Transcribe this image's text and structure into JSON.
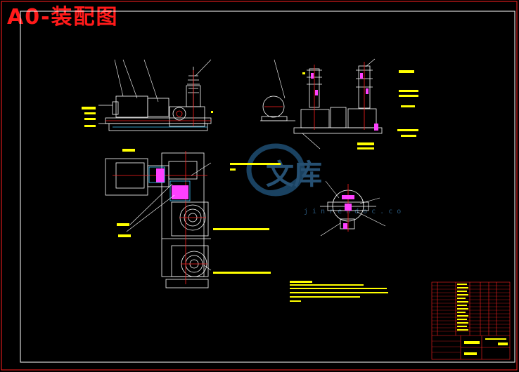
{
  "sheet": {
    "title": "A0-装配图",
    "watermark_text": "jinrendoc.co",
    "watermark_glyphs": "文库",
    "colors": {
      "background": "#000000",
      "border": "#ff2020",
      "line": "#ffffff",
      "yellow": "#ffff00",
      "magenta": "#ff40ff",
      "cyan": "#40c8ff",
      "watermark": "#2d5f86"
    }
  }
}
